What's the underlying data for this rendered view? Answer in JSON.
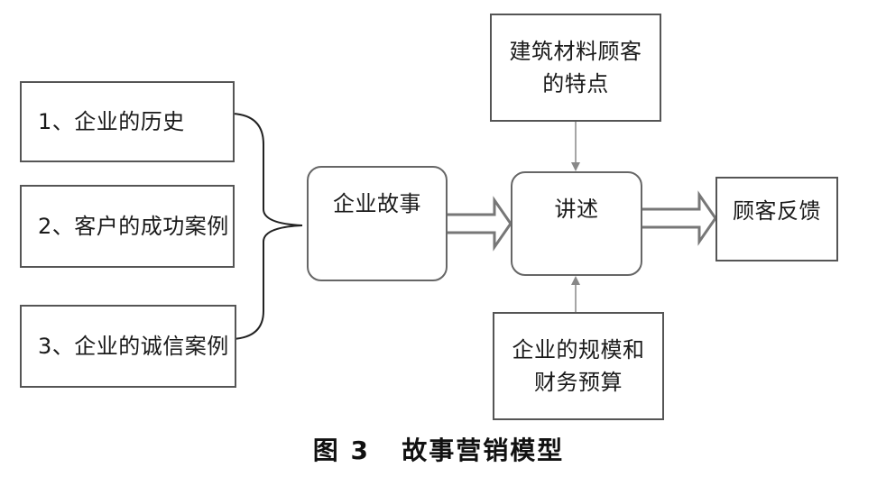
{
  "diagram": {
    "factors": [
      "1、企业的历史",
      "2、客户的成功案例",
      "3、企业的诚信案例"
    ],
    "story": "企业故事",
    "tell": "讲述",
    "top_box": [
      "建筑材料顾客",
      "的特点"
    ],
    "bottom_box": [
      "企业的规模和",
      "财务预算"
    ],
    "feedback": "顾客反馈"
  },
  "caption": {
    "figure": "图 3",
    "title": "故事营销模型"
  }
}
